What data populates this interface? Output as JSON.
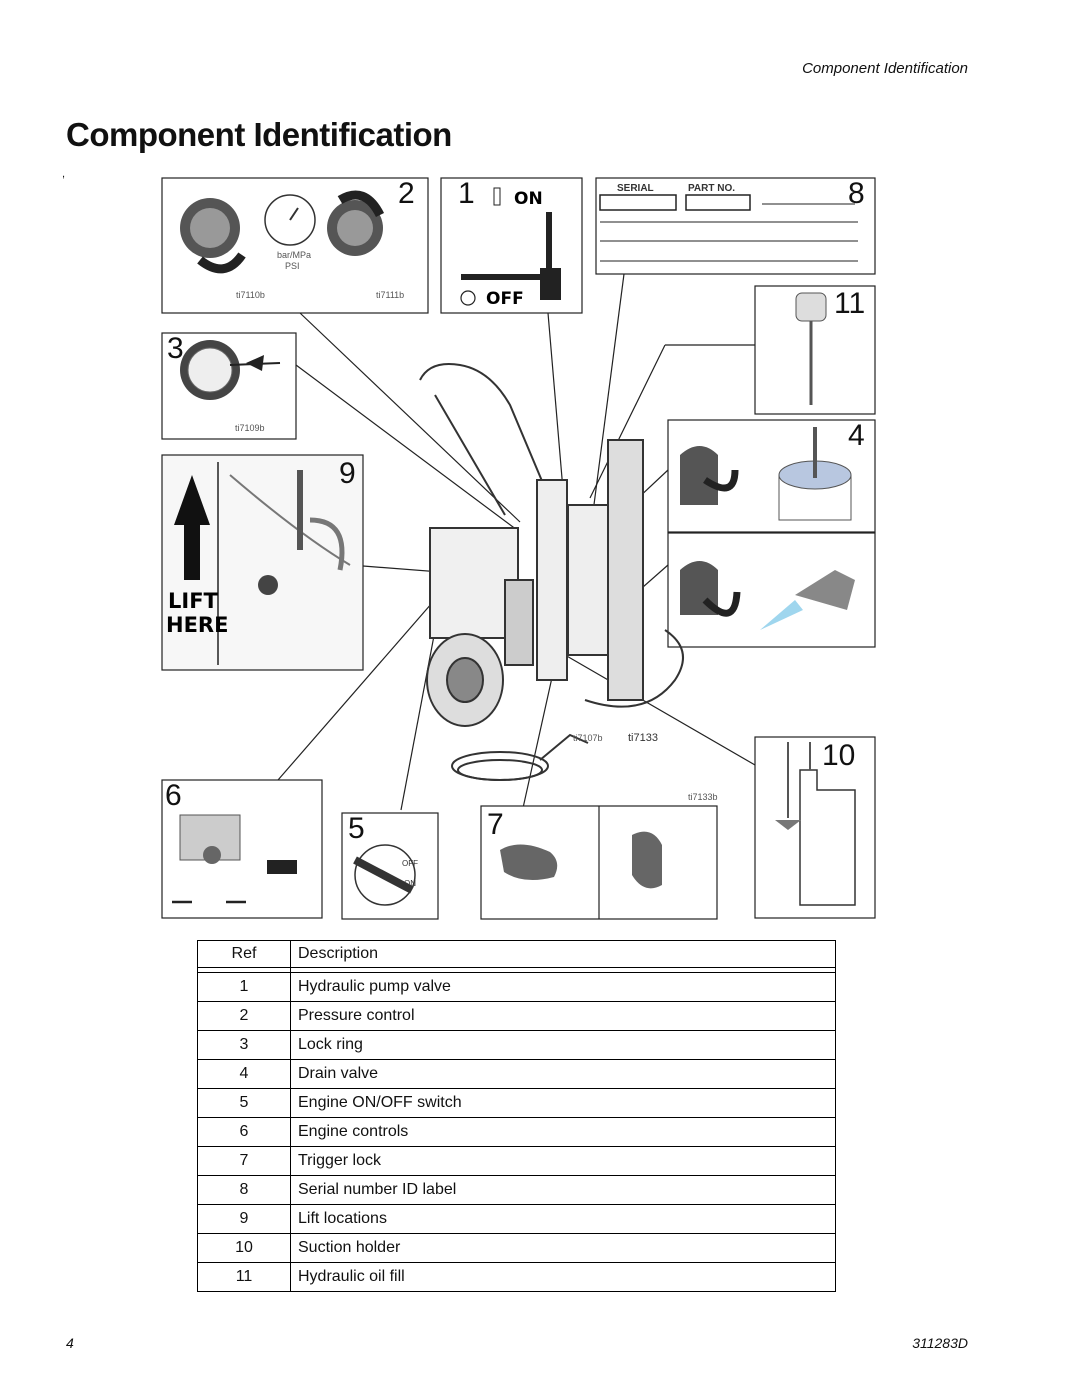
{
  "header": {
    "running_title": "Component Identification"
  },
  "page_title": "Component Identification",
  "stray_mark": ",",
  "figure": {
    "callouts": [
      "1",
      "2",
      "3",
      "4",
      "5",
      "6",
      "7",
      "8",
      "9",
      "10",
      "11"
    ],
    "panel2": {
      "gauge_unit": "bar/MPa",
      "gauge_unit2": "PSI",
      "code_left": "ti7110b",
      "code_right": "ti7111b"
    },
    "panel1": {
      "on_label": "ON",
      "off_label": "OFF"
    },
    "panel8": {
      "serial_label": "SERIAL",
      "part_label": "PART NO."
    },
    "panel3": {
      "code": "ti7109b"
    },
    "panel9": {
      "lift_line1": "LIFT",
      "lift_line2": "HERE"
    },
    "main": {
      "code1": "ti7107b",
      "code2": "ti7133",
      "code3": "ti7133b"
    },
    "panel5": {
      "off_text": "OFF",
      "on_text": "ON"
    }
  },
  "table": {
    "header": {
      "ref": "Ref",
      "description": "Description"
    },
    "rows": [
      {
        "ref": "1",
        "description": "Hydraulic pump valve"
      },
      {
        "ref": "2",
        "description": "Pressure control"
      },
      {
        "ref": "3",
        "description": "Lock ring"
      },
      {
        "ref": "4",
        "description": "Drain valve"
      },
      {
        "ref": "5",
        "description": "Engine ON/OFF switch"
      },
      {
        "ref": "6",
        "description": "Engine controls"
      },
      {
        "ref": "7",
        "description": "Trigger lock"
      },
      {
        "ref": "8",
        "description": "Serial number ID label"
      },
      {
        "ref": "9",
        "description": "Lift locations"
      },
      {
        "ref": "10",
        "description": "Suction holder"
      },
      {
        "ref": "11",
        "description": "Hydraulic oil fill"
      }
    ]
  },
  "footer": {
    "page_number": "4",
    "doc_number": "311283D"
  }
}
